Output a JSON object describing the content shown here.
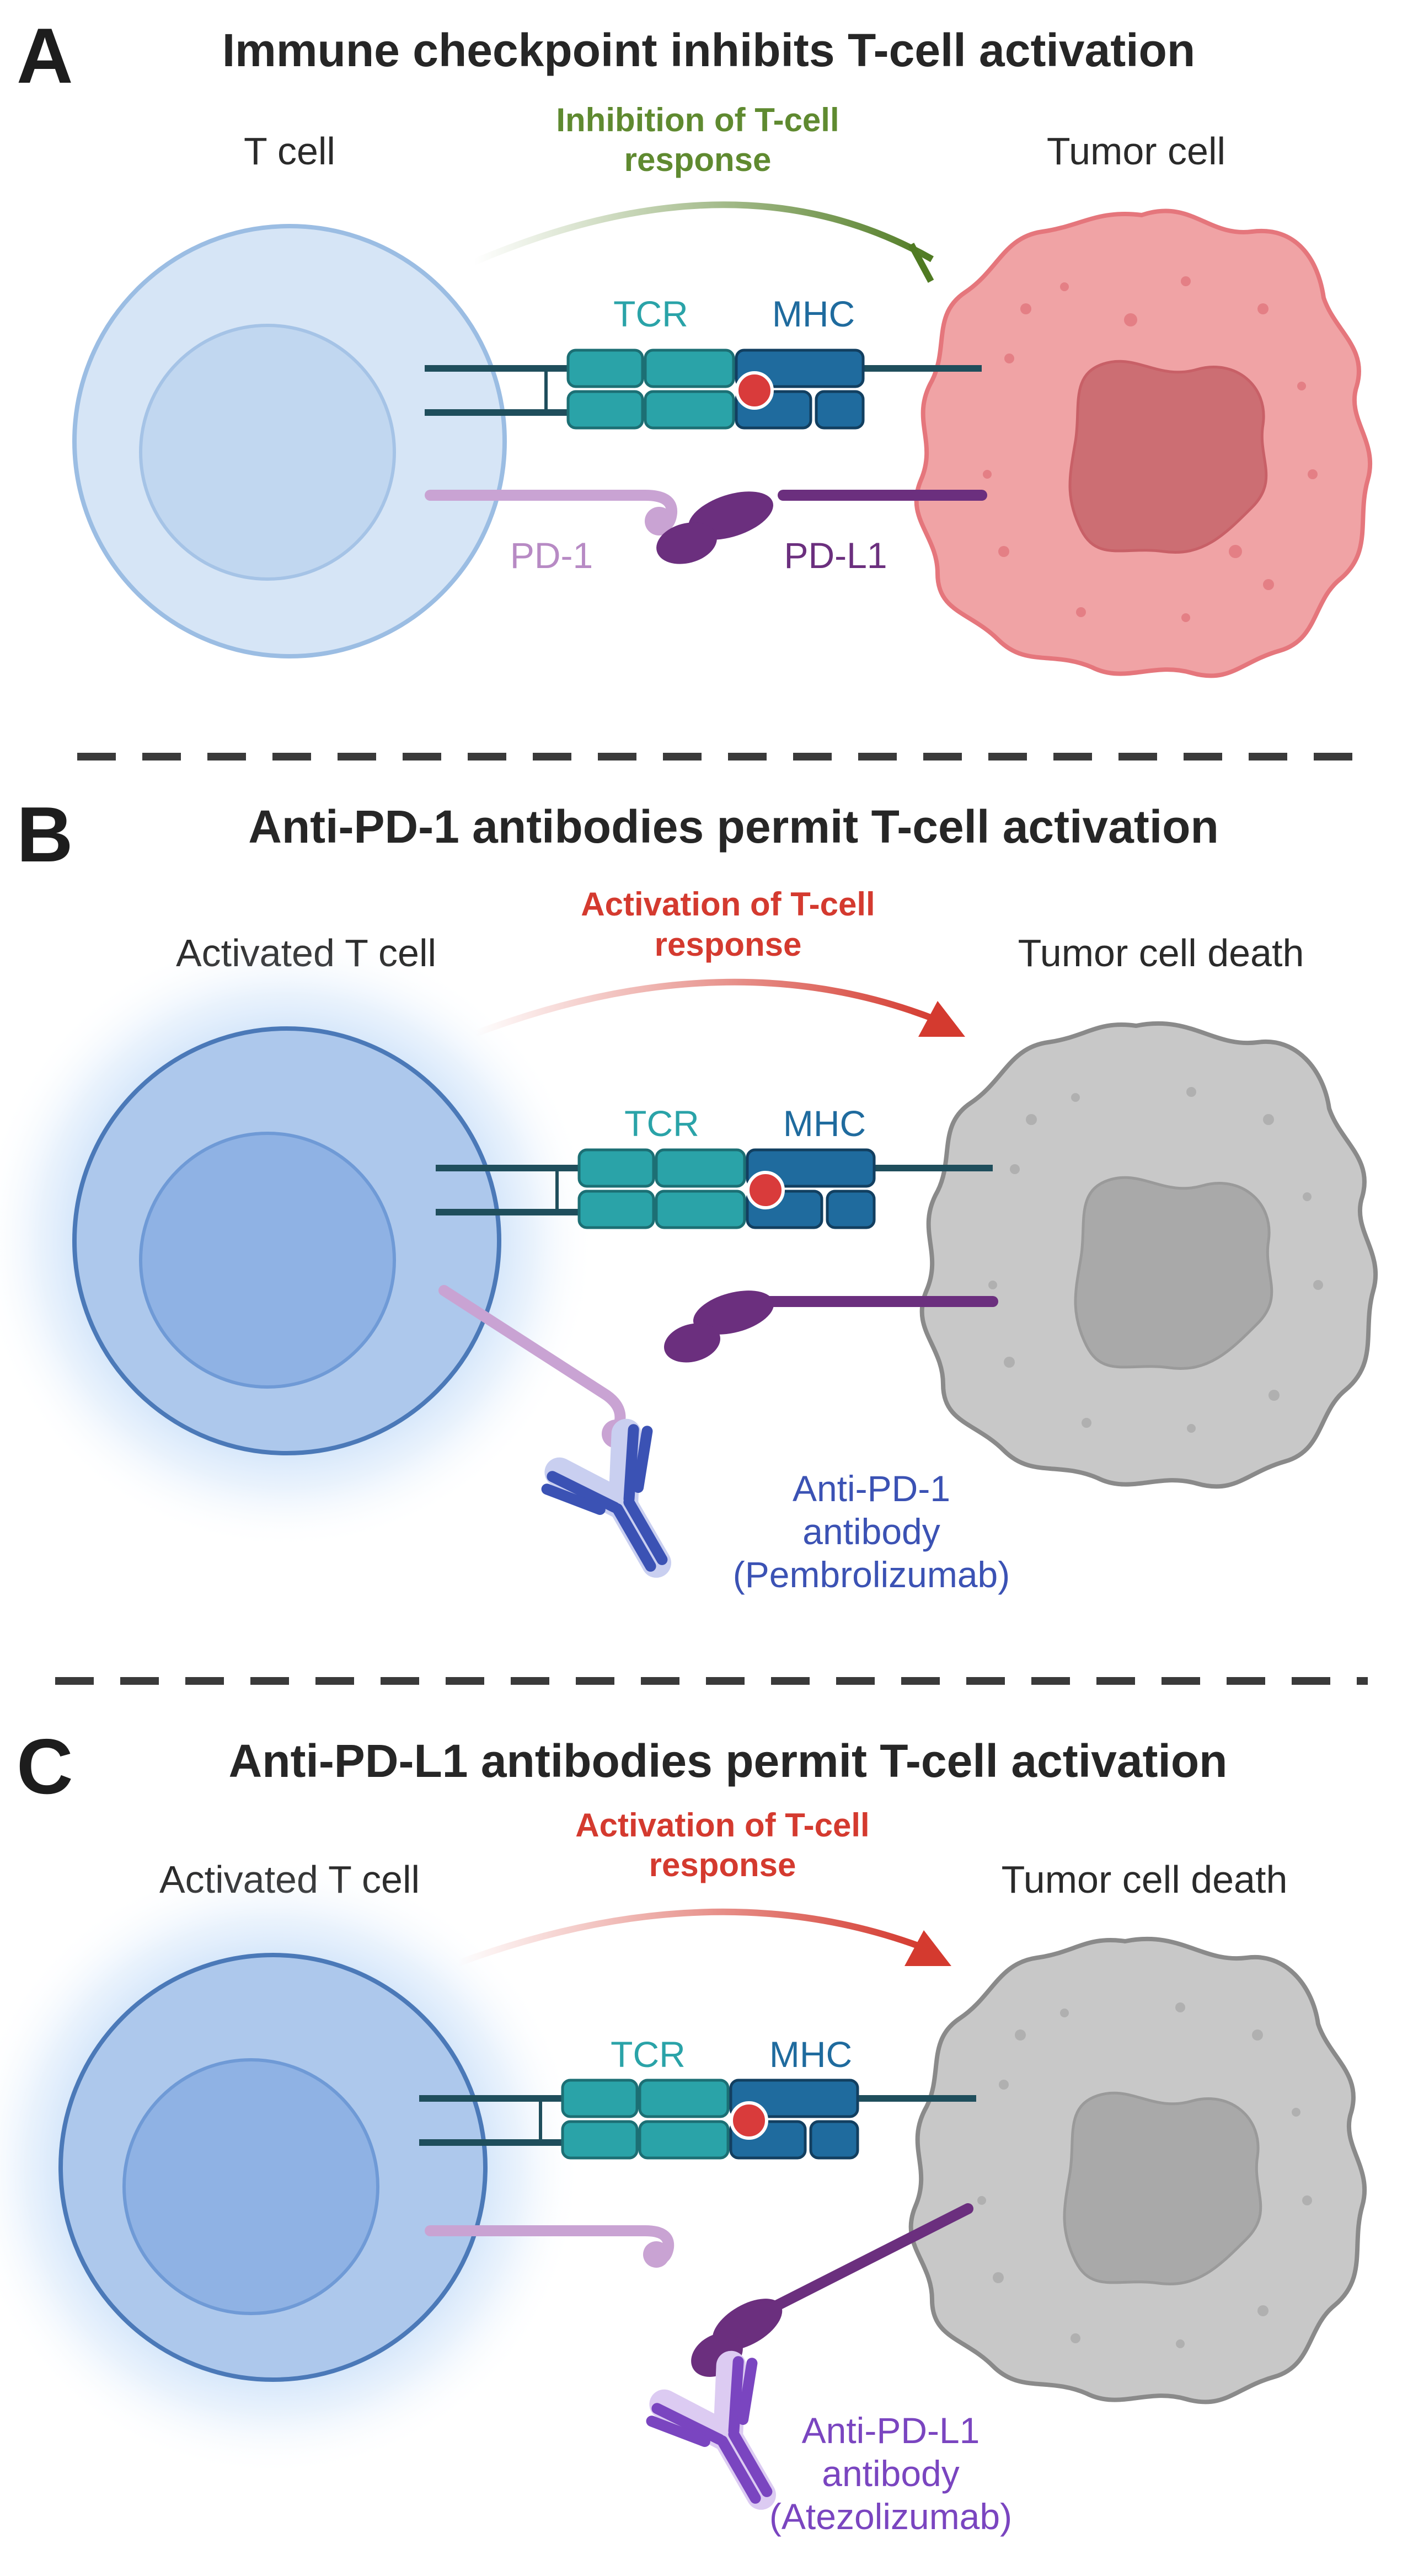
{
  "colors": {
    "tcr": "#2aa3a8",
    "mhc": "#1f6b9e",
    "pd1": "#c9a3d3",
    "pdl1": "#6b2f7e",
    "antigen": "#d93b3b",
    "inhibition": "#5f8a30",
    "activation": "#d43a2f",
    "anti_pd1_antibody": "#3b52b4",
    "anti_pdl1_antibody": "#7a45c0"
  },
  "panels": {
    "a": {
      "letter": "A",
      "title": "Immune checkpoint inhibits T-cell activation",
      "t_cell": "T cell",
      "tumor_cell": "Tumor cell",
      "arrow_label_line1": "Inhibition of T-cell",
      "arrow_label_line2": "response",
      "tcr": "TCR",
      "mhc": "MHC",
      "pd1": "PD-1",
      "pdl1": "PD-L1"
    },
    "b": {
      "letter": "B",
      "title": "Anti-PD-1 antibodies permit T-cell activation",
      "t_cell": "Activated T cell",
      "tumor_cell": "Tumor cell death",
      "arrow_label_line1": "Activation of T-cell",
      "arrow_label_line2": "response",
      "tcr": "TCR",
      "mhc": "MHC",
      "antibody_line1": "Anti-PD-1",
      "antibody_line2": "antibody",
      "antibody_line3": "(Pembrolizumab)"
    },
    "c": {
      "letter": "C",
      "title": "Anti-PD-L1 antibodies permit T-cell activation",
      "t_cell": "Activated T cell",
      "tumor_cell": "Tumor cell death",
      "arrow_label_line1": "Activation of T-cell",
      "arrow_label_line2": "response",
      "tcr": "TCR",
      "mhc": "MHC",
      "antibody_line1": "Anti-PD-L1",
      "antibody_line2": "antibody",
      "antibody_line3": "(Atezolizumab)"
    }
  }
}
